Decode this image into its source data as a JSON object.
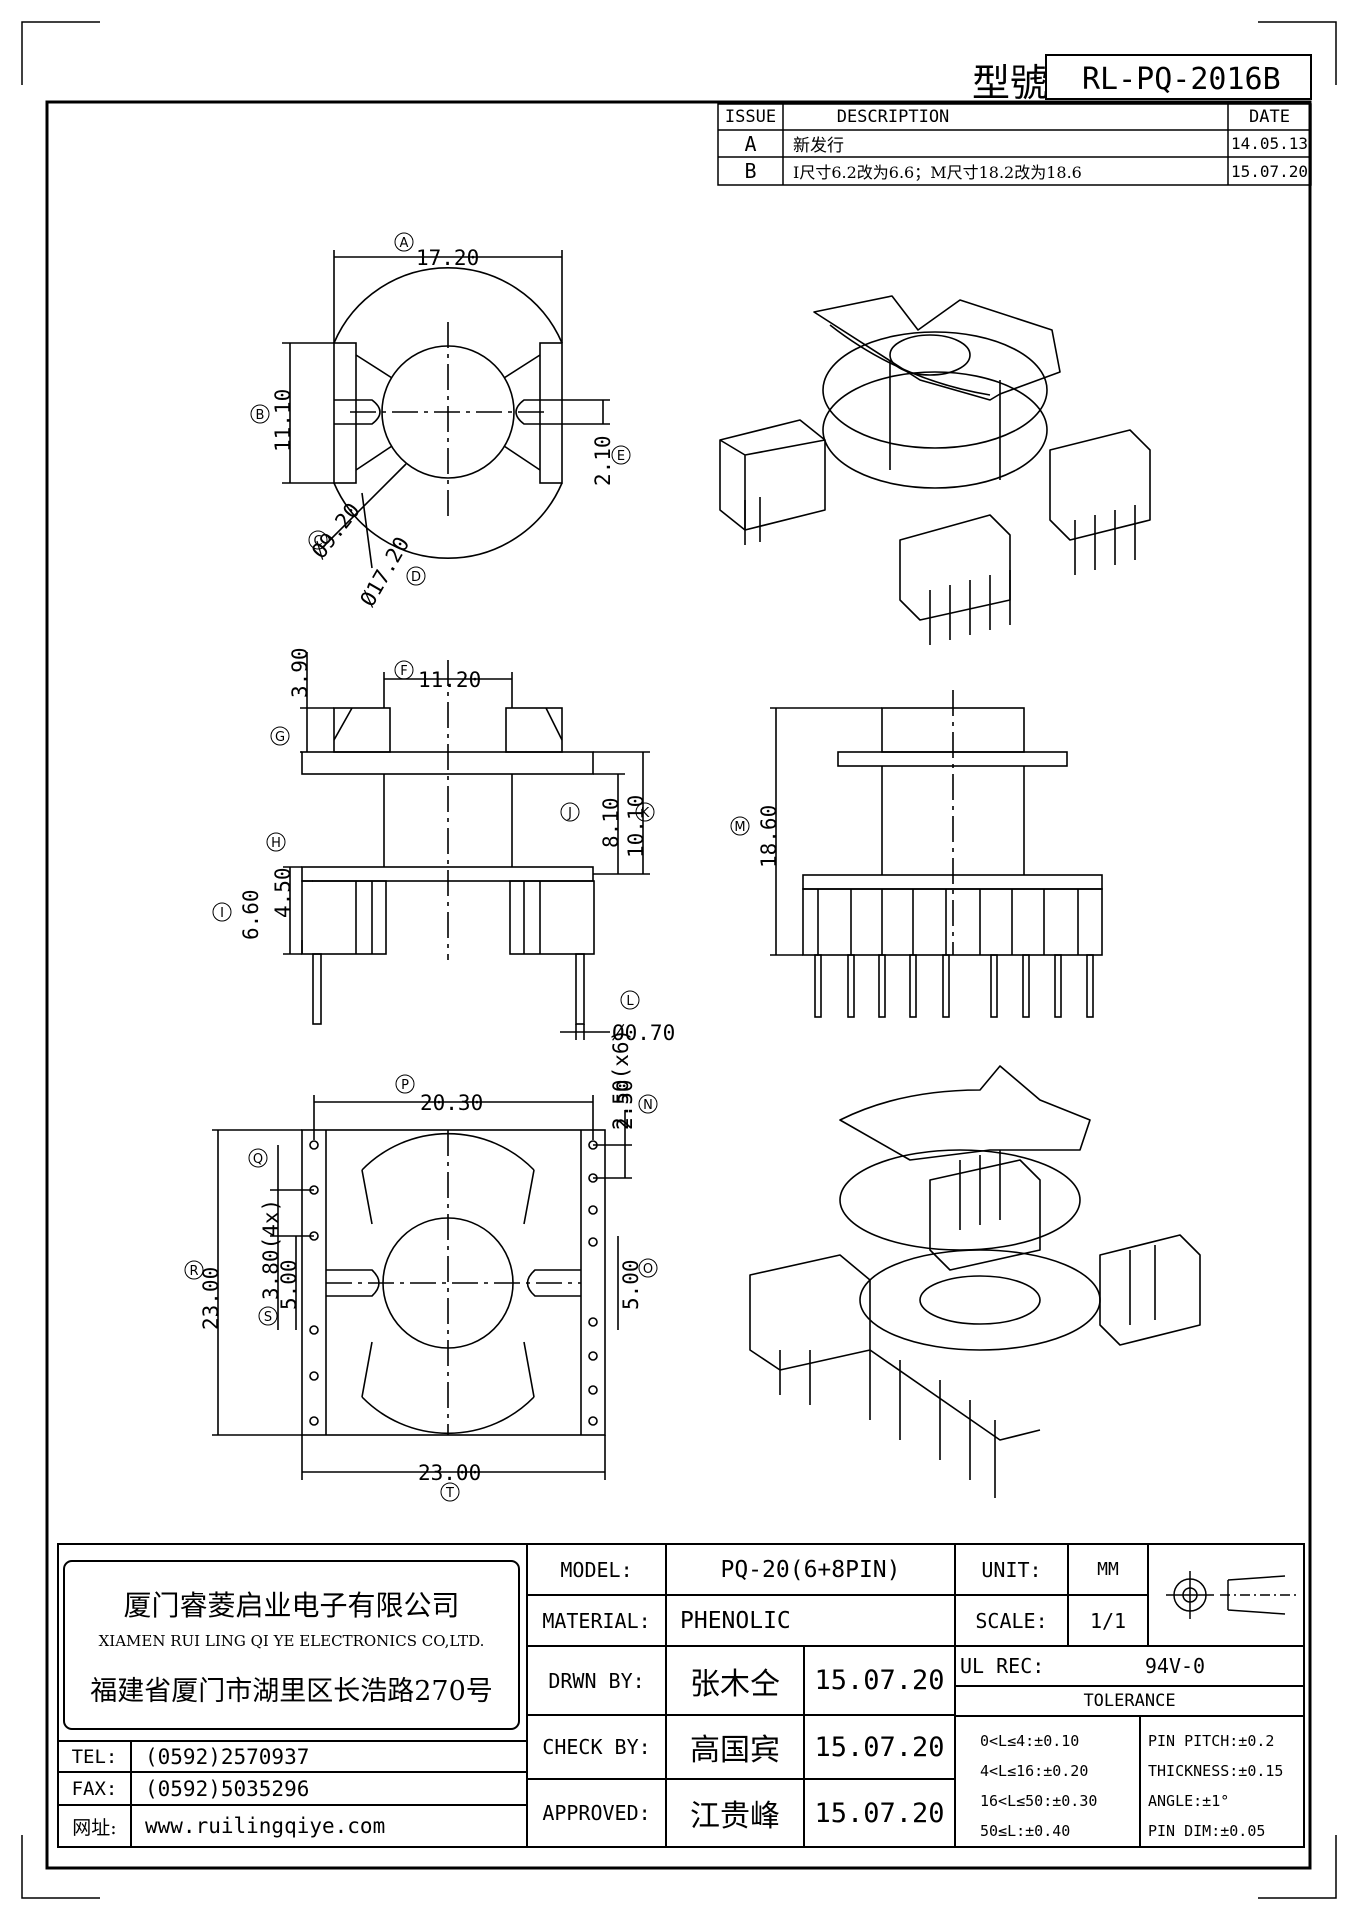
{
  "header": {
    "model_label": "型號",
    "model_value": "RL-PQ-2016B"
  },
  "revisions": {
    "columns": [
      "ISSUE",
      "DESCRIPTION",
      "DATE"
    ],
    "rows": [
      {
        "issue": "A",
        "description": "新发行",
        "date": "14.05.13"
      },
      {
        "issue": "B",
        "description": "I尺寸6.2改为6.6；M尺寸18.2改为18.6",
        "date": "15.07.20"
      }
    ]
  },
  "dimensions": {
    "A": "17.20",
    "B": "11.10",
    "C": "Ø9.20",
    "D": "Ø17.20",
    "E": "2.10",
    "F": "11.20",
    "G": "3.90",
    "H": "4.50",
    "I": "6.60",
    "J": "8.10",
    "K": "10.10",
    "L": "Ø0.70",
    "L_pitch": "2.50(x6)",
    "M": "18.60",
    "P": "20.30",
    "N": "2.50",
    "Q": "3.80(4x)",
    "R": "23.00",
    "S": "5.00",
    "O": "5.00",
    "T": "23.00"
  },
  "letters": [
    "A",
    "B",
    "C",
    "D",
    "E",
    "F",
    "G",
    "H",
    "I",
    "J",
    "K",
    "L",
    "M",
    "N",
    "O",
    "P",
    "Q",
    "R",
    "S",
    "T"
  ],
  "company": {
    "name_cn": "厦门睿菱启业电子有限公司",
    "name_en": "XIAMEN RUI LING QI YE ELECTRONICS CO,LTD.",
    "address": "福建省厦门市湖里区长浩路270号",
    "tel_label": "TEL:",
    "tel": "(0592)2570937",
    "fax_label": "FAX:",
    "fax": "(0592)5035296",
    "web_label": "网址:",
    "web": "www.ruilingqiye.com"
  },
  "titleblock": {
    "model_label": "MODEL:",
    "model": "PQ-20(6+8PIN)",
    "material_label": "MATERIAL:",
    "material": "PHENOLIC",
    "drawn_label": "DRWN BY:",
    "drawn_by": "张木仝",
    "drawn_date": "15.07.20",
    "check_label": "CHECK BY:",
    "check_by": "高国宾",
    "check_date": "15.07.20",
    "approved_label": "APPROVED:",
    "approved_by": "江贵峰",
    "approved_date": "15.07.20",
    "unit_label": "UNIT:",
    "unit": "MM",
    "scale_label": "SCALE:",
    "scale": "1/1",
    "ul_label": "UL REC:",
    "ul": "94V-0",
    "tolerance_title": "TOLERANCE",
    "tolerance_left": [
      "0<L≤4:±0.10",
      "4<L≤16:±0.20",
      "16<L≤50:±0.30",
      "50≤L:±0.40"
    ],
    "tolerance_right": [
      "PIN PITCH:±0.2",
      "THICKNESS:±0.15",
      "ANGLE:±1°",
      "PIN DIM:±0.05"
    ]
  }
}
